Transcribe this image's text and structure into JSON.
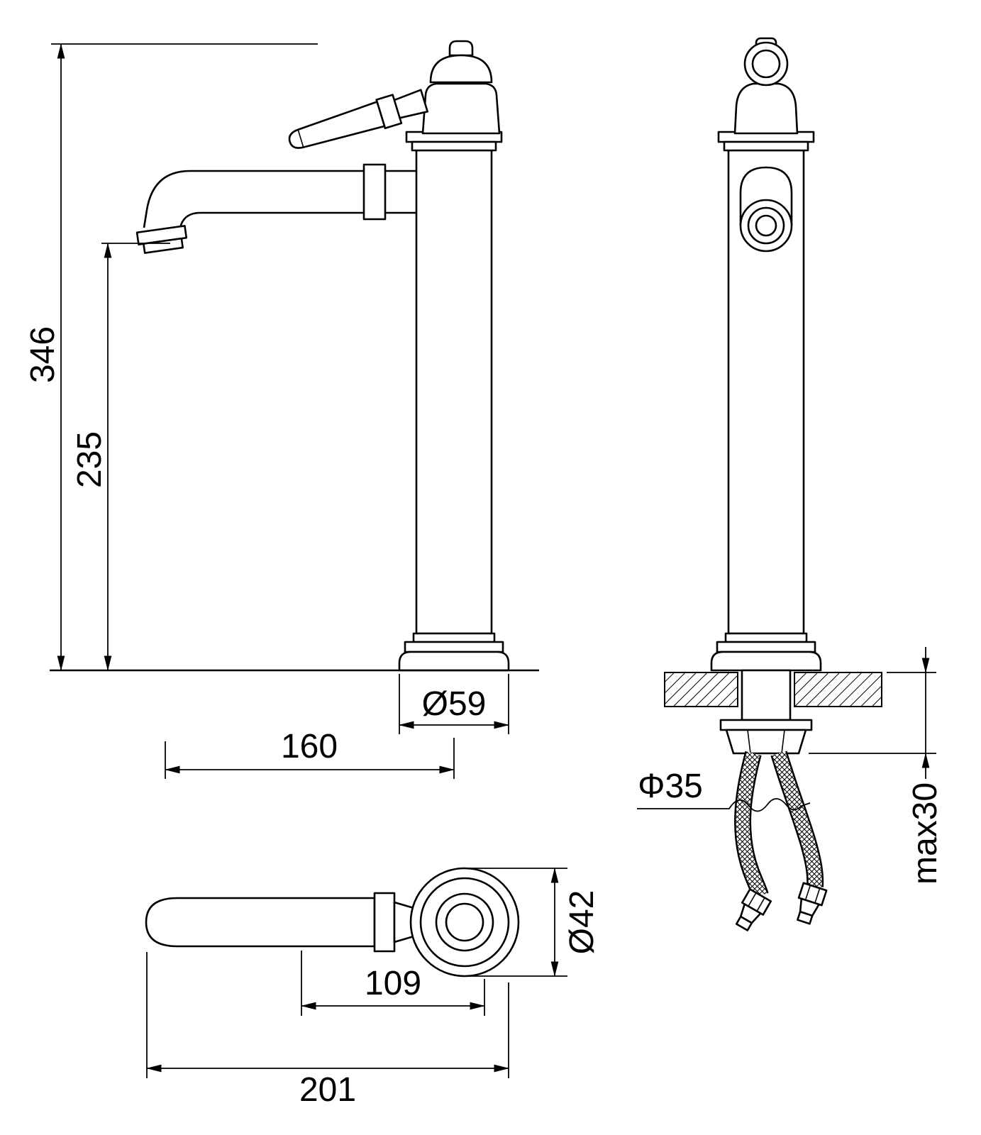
{
  "drawing": {
    "labels": {
      "overall_height": "346",
      "spout_height": "235",
      "base_diameter": "Ø59",
      "spout_reach": "160",
      "max_counter_thickness": "max30",
      "hole_diameter": "Φ35",
      "body_diameter": "Ø42",
      "handle_length": "109",
      "overall_length": "201"
    },
    "colors": {
      "line": "#000000",
      "background": "#ffffff"
    }
  }
}
